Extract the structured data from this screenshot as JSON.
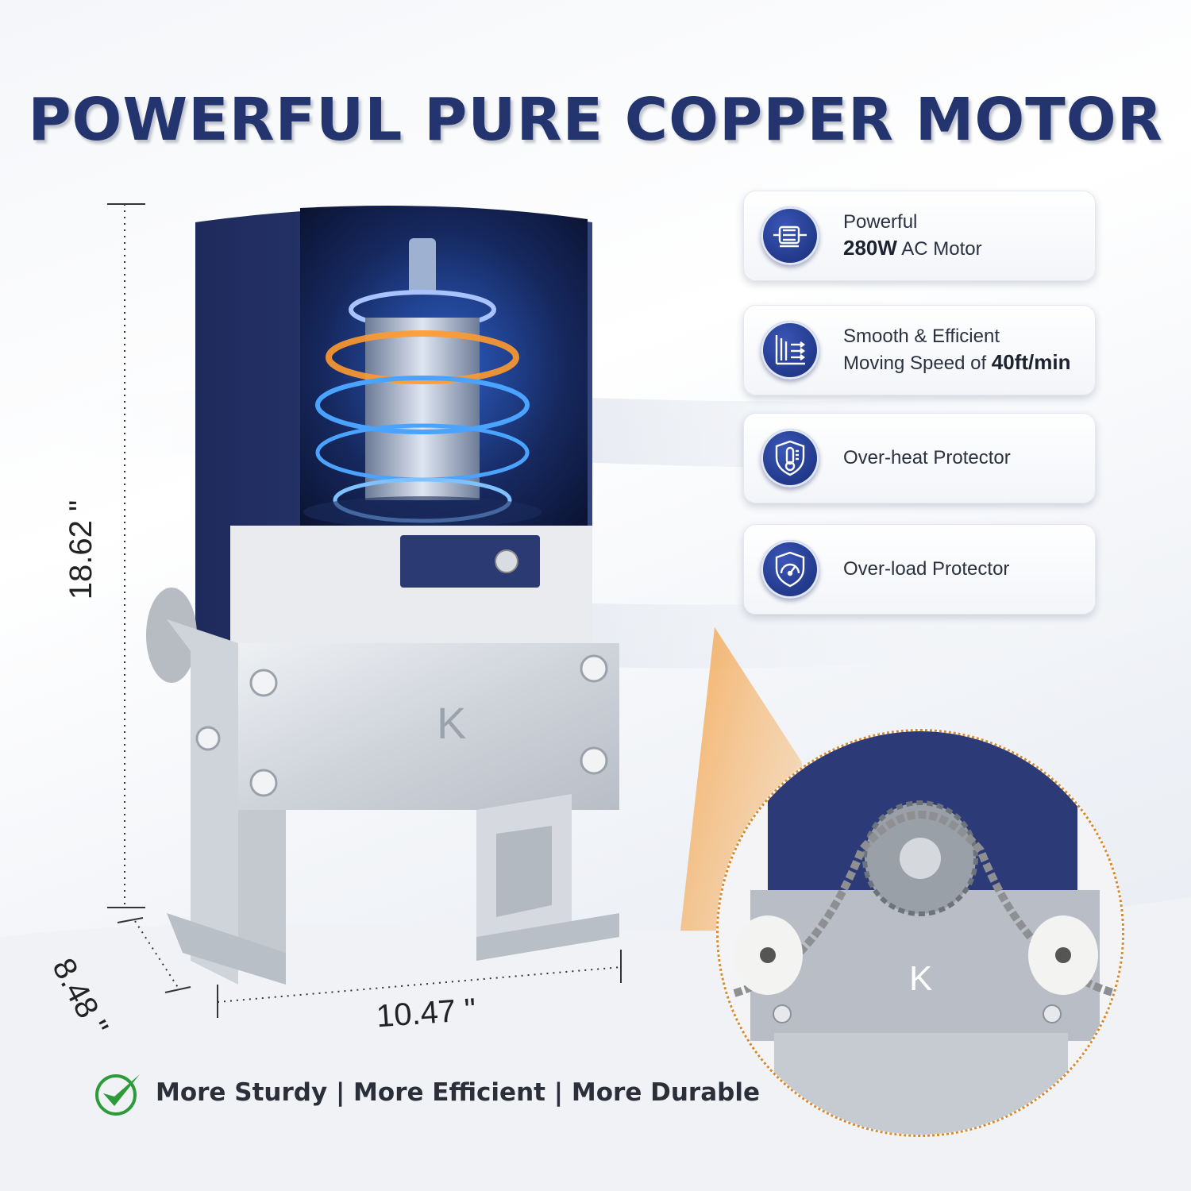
{
  "headline": "POWERFUL PURE COPPER MOTOR",
  "features": [
    {
      "icon": "motor-icon",
      "line1": "Powerful",
      "bold": "280W",
      "line2_rest": " AC Motor"
    },
    {
      "icon": "speed-icon",
      "line1": "Smooth & Efficient",
      "line2_pre": "Moving Speed of ",
      "bold": "40ft/min"
    },
    {
      "icon": "thermometer-shield-icon",
      "line1": "Over-heat Protector"
    },
    {
      "icon": "gauge-shield-icon",
      "line1": "Over-load Protector"
    }
  ],
  "dimensions": {
    "height": "18.62 \"",
    "depth": "8.48 \"",
    "width": "10.47 \""
  },
  "tagline": "More Sturdy | More Efficient | More Durable",
  "brand_mark": "K",
  "colors": {
    "accent_navy": "#24346e",
    "motor_blue": "#2c3a74",
    "orange_glow": "#e8922e",
    "check_green": "#2e9b3a"
  }
}
